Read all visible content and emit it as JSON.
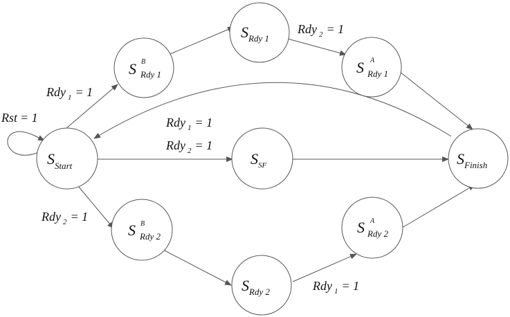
{
  "diagram": {
    "states": {
      "start": {
        "main": "S",
        "sub": "Start"
      },
      "b1": {
        "main": "S",
        "sup": "B",
        "sub": "Rdy 1"
      },
      "rdy1": {
        "main": "S",
        "sub": "Rdy 1"
      },
      "a1": {
        "main": "S",
        "sup": "A",
        "sub": "Rdy 1"
      },
      "sf": {
        "main": "S",
        "sub": "SF"
      },
      "finish": {
        "main": "S",
        "sub": "Finish"
      },
      "b2": {
        "main": "S",
        "sup": "B",
        "sub": "Rdy 2"
      },
      "rdy2": {
        "main": "S",
        "sub": "Rdy 2"
      },
      "a2": {
        "main": "S",
        "sup": "A",
        "sub": "Rdy 2"
      }
    },
    "labels": {
      "rst": {
        "name": "Rst",
        "sub": "",
        "val": "= 1"
      },
      "start_b1": {
        "name": "Rdy",
        "sub": "1",
        "val": "= 1"
      },
      "rdy1_a1": {
        "name": "Rdy",
        "sub": "2",
        "val": "= 1"
      },
      "sf_1": {
        "name": "Rdy",
        "sub": "1",
        "val": "= 1"
      },
      "sf_2": {
        "name": "Rdy",
        "sub": "2",
        "val": "= 1"
      },
      "start_b2": {
        "name": "Rdy",
        "sub": "2",
        "val": "= 1"
      },
      "rdy2_a2": {
        "name": "Rdy",
        "sub": "1",
        "val": "= 1"
      }
    }
  }
}
